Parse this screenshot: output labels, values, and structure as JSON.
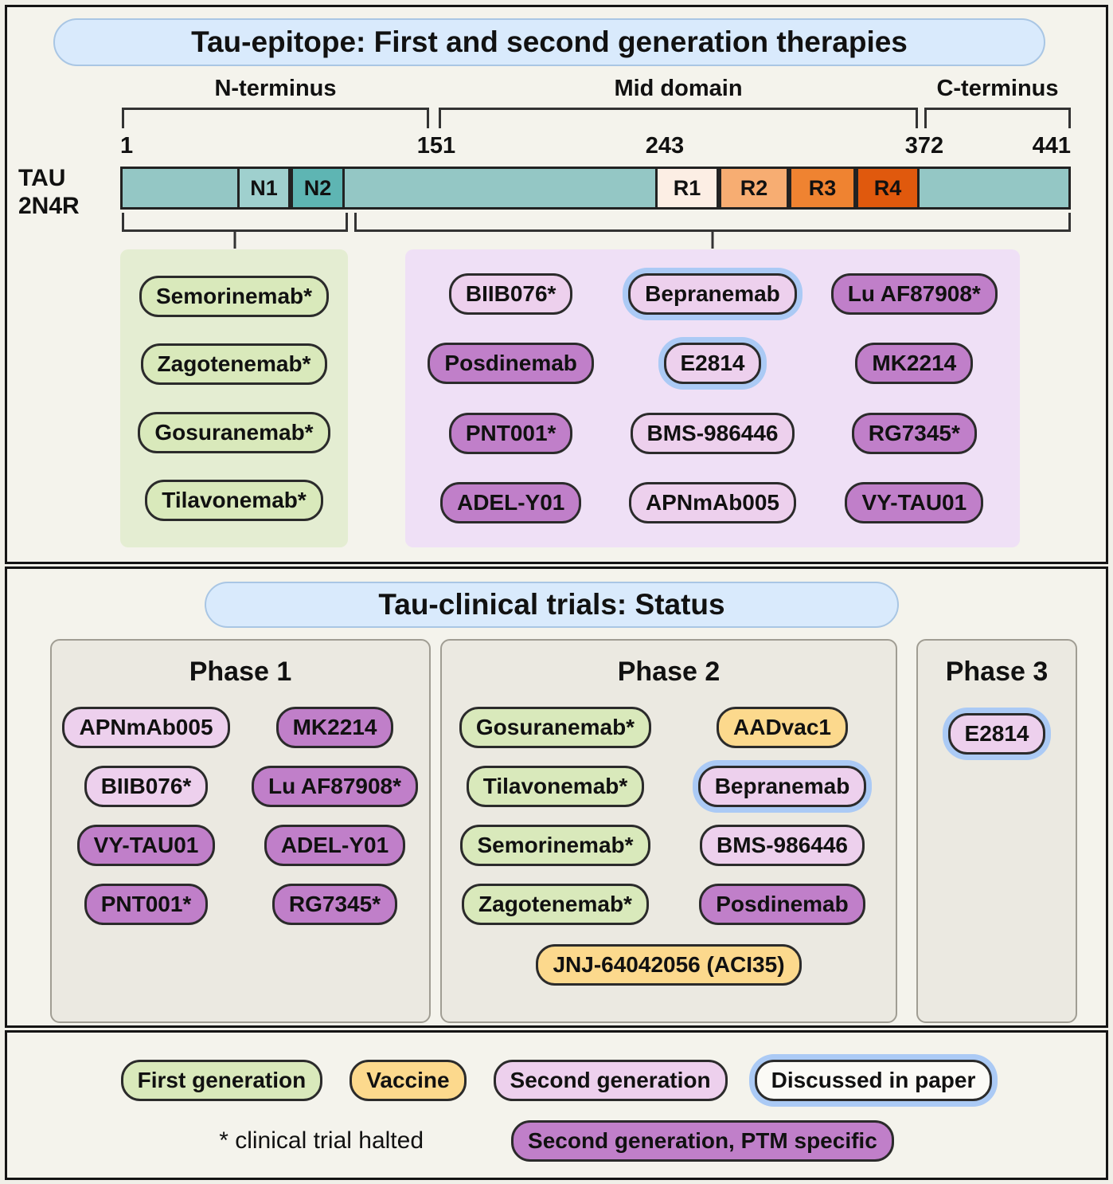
{
  "epitope": {
    "title": "Tau-epitope: First and second generation therapies",
    "protein": {
      "line1": "TAU",
      "line2": "2N4R"
    },
    "regions": {
      "n_terminus": "N-terminus",
      "mid_domain": "Mid domain",
      "c_terminus": "C-terminus"
    },
    "positions": {
      "p1": "1",
      "p151": "151",
      "p243": "243",
      "p372": "372",
      "p441": "441"
    },
    "domains": {
      "n1": "N1",
      "n2": "N2",
      "r1": "R1",
      "r2": "R2",
      "r3": "R3",
      "r4": "R4"
    },
    "n_drugs": [
      {
        "label": "Semorinemab*",
        "type": "first-generation"
      },
      {
        "label": "Zagotenemab*",
        "type": "first-generation"
      },
      {
        "label": "Gosuranemab*",
        "type": "first-generation"
      },
      {
        "label": "Tilavonemab*",
        "type": "first-generation"
      }
    ],
    "mid_drugs": [
      {
        "label": "BIIB076*",
        "type": "second-generation"
      },
      {
        "label": "Bepranemab",
        "type": "second-generation",
        "discussed": true
      },
      {
        "label": "Lu AF87908*",
        "type": "second-generation-ptm"
      },
      {
        "label": "Posdinemab",
        "type": "second-generation-ptm"
      },
      {
        "label": "E2814",
        "type": "second-generation",
        "discussed": true
      },
      {
        "label": "MK2214",
        "type": "second-generation-ptm"
      },
      {
        "label": "PNT001*",
        "type": "second-generation-ptm"
      },
      {
        "label": "BMS-986446",
        "type": "second-generation"
      },
      {
        "label": "RG7345*",
        "type": "second-generation-ptm"
      },
      {
        "label": "ADEL-Y01",
        "type": "second-generation-ptm"
      },
      {
        "label": "APNmAb005",
        "type": "second-generation"
      },
      {
        "label": "VY-TAU01",
        "type": "second-generation-ptm"
      }
    ]
  },
  "trials": {
    "title": "Tau-clinical trials: Status",
    "phase1": {
      "title": "Phase 1",
      "drugs": [
        {
          "label": "APNmAb005",
          "type": "second-generation"
        },
        {
          "label": "MK2214",
          "type": "second-generation-ptm"
        },
        {
          "label": "BIIB076*",
          "type": "second-generation"
        },
        {
          "label": "Lu AF87908*",
          "type": "second-generation-ptm"
        },
        {
          "label": "VY-TAU01",
          "type": "second-generation-ptm"
        },
        {
          "label": "ADEL-Y01",
          "type": "second-generation-ptm"
        },
        {
          "label": "PNT001*",
          "type": "second-generation-ptm"
        },
        {
          "label": "RG7345*",
          "type": "second-generation-ptm"
        }
      ]
    },
    "phase2": {
      "title": "Phase 2",
      "drugs": [
        {
          "label": "Gosuranemab*",
          "type": "first-generation"
        },
        {
          "label": "AADvac1",
          "type": "vaccine"
        },
        {
          "label": "Tilavonemab*",
          "type": "first-generation"
        },
        {
          "label": "Bepranemab",
          "type": "second-generation",
          "discussed": true
        },
        {
          "label": "Semorinemab*",
          "type": "first-generation"
        },
        {
          "label": "BMS-986446",
          "type": "second-generation"
        },
        {
          "label": "Zagotenemab*",
          "type": "first-generation"
        },
        {
          "label": "Posdinemab",
          "type": "second-generation-ptm"
        }
      ],
      "bottom": {
        "label": "JNJ-64042056 (ACI35)",
        "type": "vaccine"
      }
    },
    "phase3": {
      "title": "Phase 3",
      "drugs": [
        {
          "label": "E2814",
          "type": "second-generation",
          "discussed": true
        }
      ]
    }
  },
  "legend": {
    "first_generation": "First generation",
    "vaccine": "Vaccine",
    "second_generation": "Second generation",
    "discussed": "Discussed in paper",
    "halted_note": "* clinical trial halted",
    "ptm": "Second generation, PTM specific"
  },
  "colors": {
    "first_generation": "#d9e9bb",
    "vaccine": "#fcd98d",
    "second_generation": "#edd0ed",
    "second_generation_ptm": "#c07fc9",
    "discussed_ring": "#abcaf5",
    "title_banner": "#d9eafc",
    "tau_bar": "#94c7c5",
    "n2_domain": "#5eb5b3",
    "r1_domain": "#fceee4",
    "r2_domain": "#f7ad72",
    "r3_domain": "#ef8331",
    "r4_domain": "#e0590d"
  }
}
